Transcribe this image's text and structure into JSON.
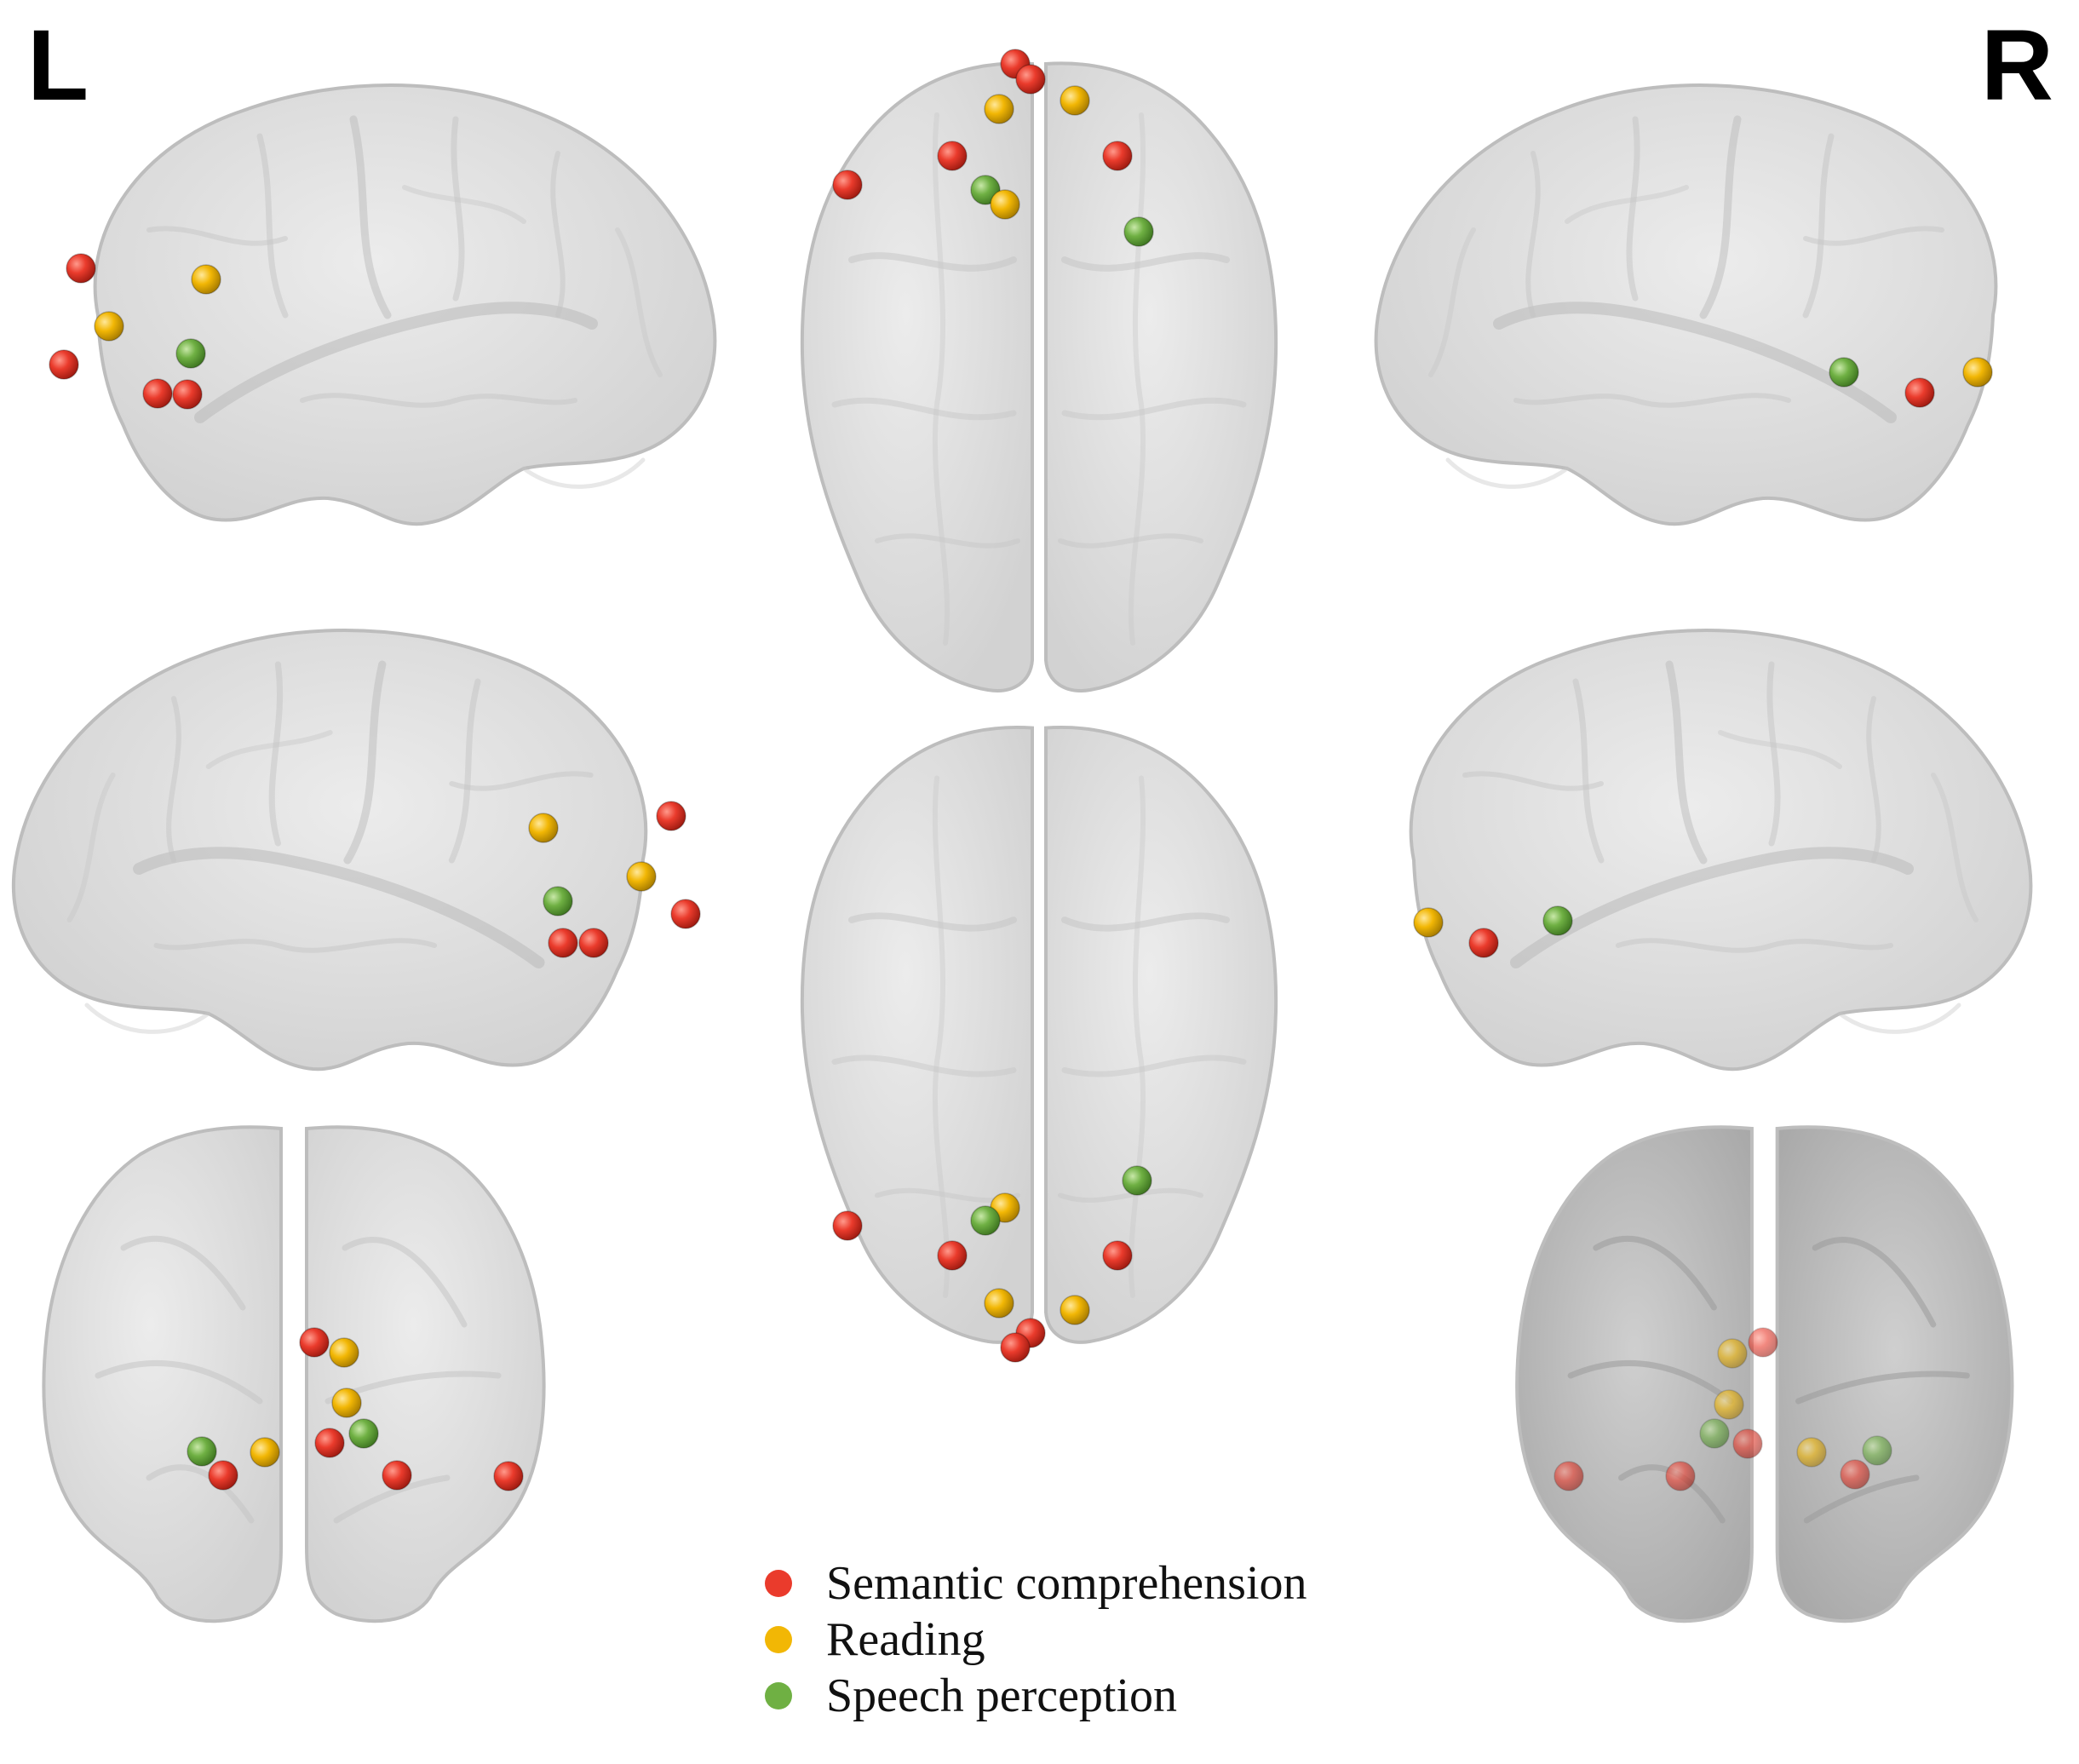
{
  "hemisphere_labels": {
    "left": "L",
    "right": "R"
  },
  "legend": [
    {
      "key": "semantic",
      "label": "Semantic comprehension",
      "color": "#ea3b2c"
    },
    {
      "key": "reading",
      "label": "Reading",
      "color": "#f2b705"
    },
    {
      "key": "speech",
      "label": "Speech perception",
      "color": "#6fb043"
    }
  ],
  "colors": {
    "brain_fill": "#d9d9d9",
    "brain_stroke": "#bdbdbd",
    "sulcus": "#b9b9b9",
    "background": "#ffffff"
  },
  "views": [
    {
      "key": "left-lateral",
      "shape": "lateral",
      "mirror": false,
      "shade": "light"
    },
    {
      "key": "superior",
      "shape": "axial",
      "mirror": false,
      "shade": "light"
    },
    {
      "key": "right-lateral",
      "shape": "lateral",
      "mirror": true,
      "shade": "light"
    },
    {
      "key": "left-medial",
      "shape": "lateral",
      "mirror": true,
      "shade": "light"
    },
    {
      "key": "inferior",
      "shape": "axial",
      "mirror": false,
      "shade": "light"
    },
    {
      "key": "right-medial",
      "shape": "lateral",
      "mirror": false,
      "shade": "light"
    },
    {
      "key": "anterior",
      "shape": "coronal",
      "mirror": false,
      "shade": "light"
    },
    {
      "key": "posterior",
      "shape": "coronal",
      "mirror": false,
      "shade": "dark"
    }
  ]
}
